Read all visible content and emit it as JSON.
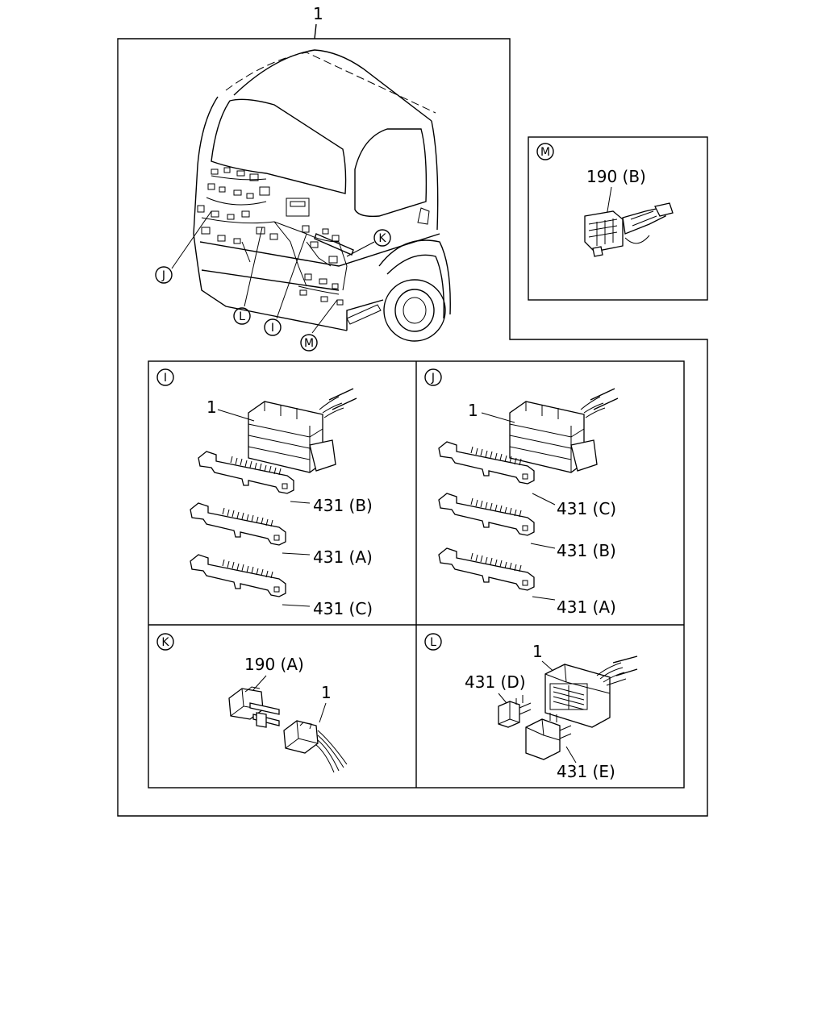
{
  "diagram": {
    "assembly_label": "1",
    "callouts": {
      "I": "I",
      "J": "J",
      "K": "K",
      "L": "L",
      "M": "M"
    },
    "detail_M": {
      "letter": "M",
      "parts": [
        "190 (B)"
      ]
    },
    "detail_I": {
      "letter": "I",
      "parts": [
        "1",
        "431 (B)",
        "431 (A)",
        "431 (C)"
      ]
    },
    "detail_J": {
      "letter": "J",
      "parts": [
        "1",
        "431 (C)",
        "431 (B)",
        "431 (A)"
      ]
    },
    "detail_K": {
      "letter": "K",
      "parts": [
        "190 (A)",
        "1"
      ]
    },
    "detail_L": {
      "letter": "L",
      "parts": [
        "1",
        "431 (D)",
        "431 (E)"
      ]
    }
  }
}
